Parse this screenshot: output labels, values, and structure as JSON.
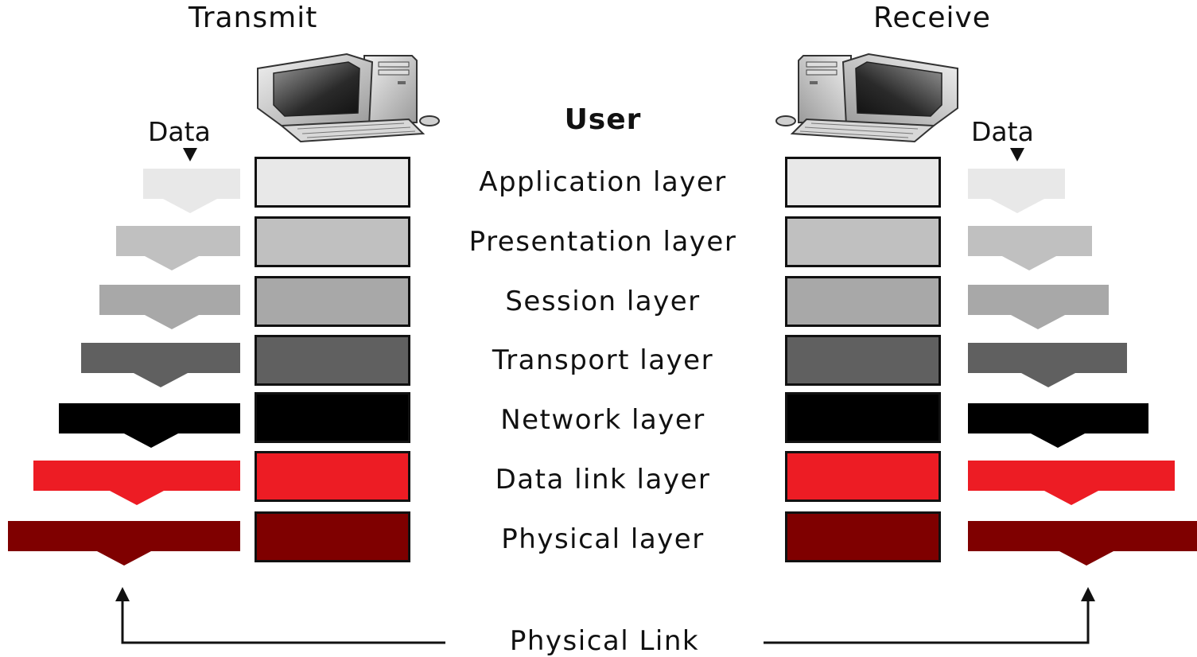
{
  "headings": {
    "transmit": "Transmit",
    "receive": "Receive",
    "user": "User",
    "data_left": "Data",
    "data_right": "Data"
  },
  "layers": [
    {
      "label": "Application layer",
      "color": "#e8e8e8"
    },
    {
      "label": "Presentation layer",
      "color": "#c0c0c0"
    },
    {
      "label": "Session layer",
      "color": "#a8a8a8"
    },
    {
      "label": "Transport layer",
      "color": "#606060"
    },
    {
      "label": "Network layer",
      "color": "#000000"
    },
    {
      "label": "Data link layer",
      "color": "#ed1c24"
    },
    {
      "label": "Physical layer",
      "color": "#7f0000"
    }
  ],
  "physical_link": "Physical Link",
  "icons": [
    "computer-icon",
    "arrow-down-icon",
    "arrow-up-icon"
  ]
}
